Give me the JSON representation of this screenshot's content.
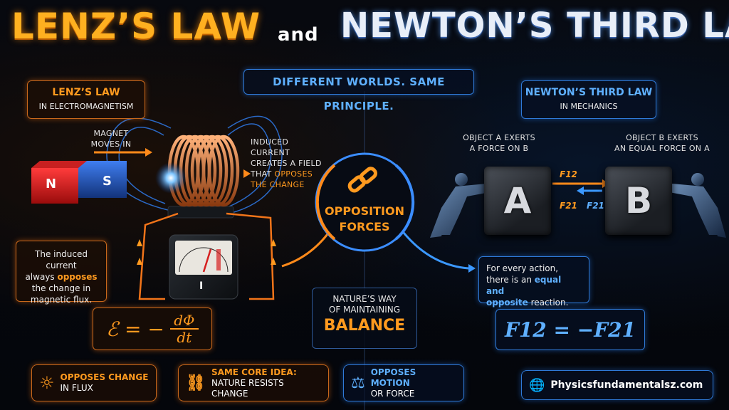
{
  "title": {
    "left": "LENZ’S LAW",
    "and": "and",
    "right": "NEWTON’S THIRD LAW"
  },
  "subtitle": "DIFFERENT WORLDS. SAME PRINCIPLE.",
  "left_panel": {
    "heading": "LENZ’S LAW",
    "subheading": "IN ELECTROMAGNETISM",
    "magnet_label_1": "MAGNET",
    "magnet_label_2": "MOVES IN",
    "pole_n": "N",
    "pole_s": "S",
    "induced_1": "INDUCED CURRENT",
    "induced_2": "CREATES A FIELD",
    "induced_3_pre": "THAT ",
    "induced_3_hl": "OPPOSES",
    "induced_4": "THE CHANGE",
    "meter_label": "I",
    "explain_1": "The induced current",
    "explain_2_pre": "always ",
    "explain_2_hl": "opposes",
    "explain_3": "the change in",
    "explain_4": "magnetic flux.",
    "formula": "ℰ = − dΦ/dt",
    "formula_lhs": "ℰ = −",
    "formula_num": "dΦ",
    "formula_den": "dt"
  },
  "center": {
    "circle_1": "OPPOSITION",
    "circle_2": "FORCES",
    "balance_1": "NATURE’S WAY",
    "balance_2": "OF MAINTAINING",
    "balance_3": "BALANCE"
  },
  "right_panel": {
    "heading": "NEWTON’S THIRD LAW",
    "subheading": "IN MECHANICS",
    "a_label_1": "OBJECT A EXERTS",
    "a_label_2": "A FORCE ON B",
    "b_label_1": "OBJECT B EXERTS",
    "b_label_2": "AN EQUAL FORCE ON A",
    "cube_a": "A",
    "cube_b": "B",
    "f12": "F12",
    "f21": "F21",
    "explain_1": "For every action,",
    "explain_2_pre": "there is an ",
    "explain_2_hl": "equal and",
    "explain_3_hl": "opposite",
    "explain_3_post": " reaction.",
    "formula": "F12 = −F21"
  },
  "footer": {
    "chip1_1": "OPPOSES CHANGE",
    "chip1_2": "IN FLUX",
    "chip2_1": "SAME CORE IDEA:",
    "chip2_2": "NATURE RESISTS CHANGE",
    "chip3_1": "OPPOSES MOTION",
    "chip3_2": "OR FORCE",
    "site": "Physicsfundamentalsz.com"
  },
  "colors": {
    "orange": "#ff9a1f",
    "blue": "#4aa3ff",
    "background": "#05070c"
  },
  "icons": [
    "chain-link-icon",
    "sun-icon",
    "scale-balance-icon",
    "globe-icon",
    "magnet-icon",
    "coil-icon",
    "ammeter-icon",
    "robot-figure-icon"
  ]
}
